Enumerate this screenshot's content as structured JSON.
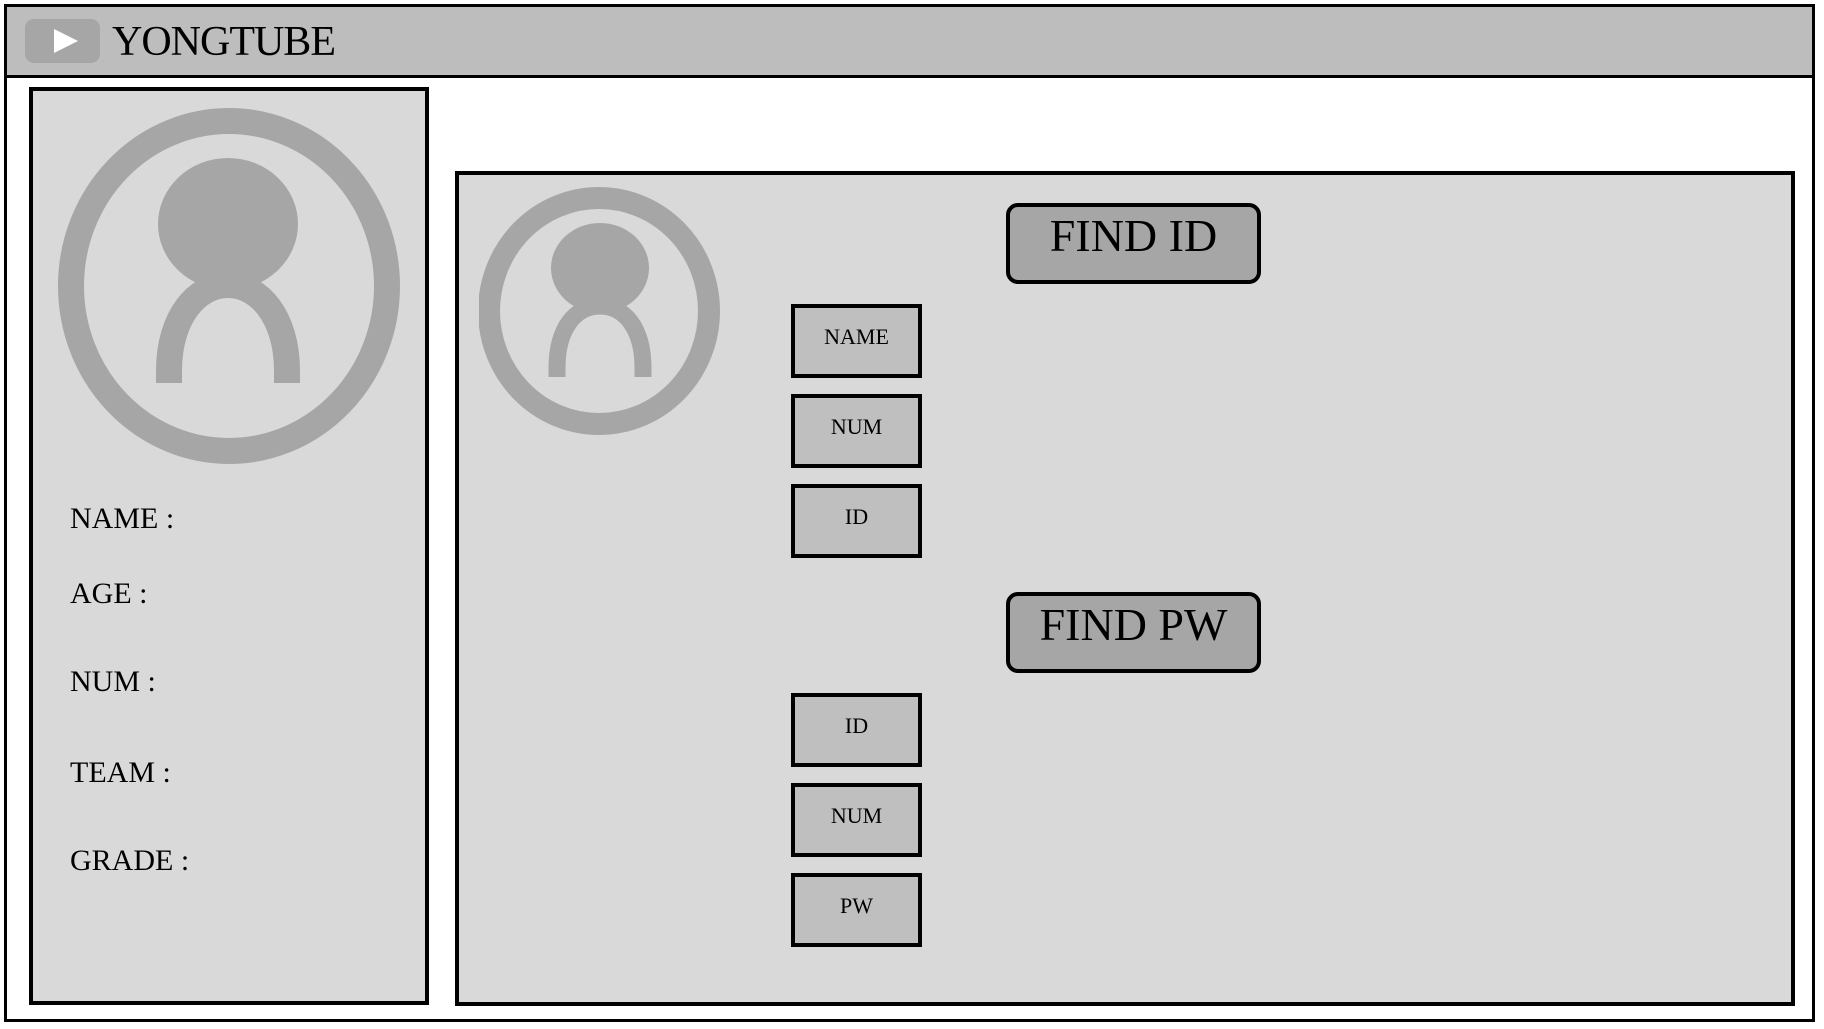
{
  "app": {
    "title": "YONGTUBE",
    "logo_icon": "play-icon"
  },
  "profile": {
    "avatar_icon": "user-avatar-icon",
    "fields": {
      "name_label": "NAME :",
      "age_label": "AGE :",
      "num_label": "NUM :",
      "team_label": "TEAM :",
      "grade_label": "GRADE :"
    }
  },
  "find_panel": {
    "avatar_icon": "user-avatar-icon",
    "find_id": {
      "title": "FIND ID",
      "fields": [
        "NAME",
        "NUM",
        "ID"
      ]
    },
    "find_pw": {
      "title": "FIND PW",
      "fields": [
        "ID",
        "NUM",
        "PW"
      ]
    }
  },
  "colors": {
    "panel_bg": "#d9d9d9",
    "topbar_bg": "#bdbdbd",
    "heading_bg": "#a6a6a6",
    "field_bg": "#bfbfbf",
    "avatar": "#a6a6a6",
    "border": "#000000"
  }
}
